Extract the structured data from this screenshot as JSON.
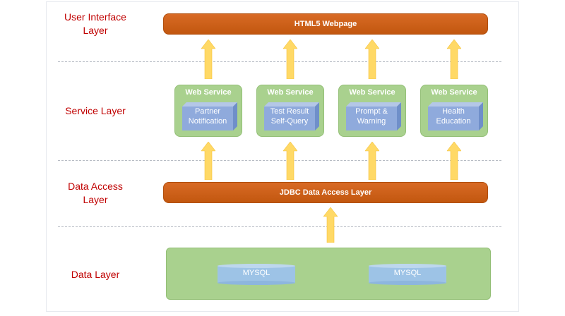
{
  "layers": {
    "ui": "User Interface\nLayer",
    "service": "Service Layer",
    "data_access": "Data Access\nLayer",
    "data": "Data Layer"
  },
  "ui_bar": "HTML5 Webpage",
  "dal_bar": "JDBC Data Access Layer",
  "services": [
    {
      "title": "Web Service",
      "name": "Partner\nNotification"
    },
    {
      "title": "Web Service",
      "name": "Test Result\nSelf-Query"
    },
    {
      "title": "Web Service",
      "name": "Prompt &\nWarning"
    },
    {
      "title": "Web Service",
      "name": "Health\nEducation"
    }
  ],
  "databases": [
    "MYSQL",
    "MYSQL"
  ],
  "colors": {
    "label_red": "#c00000",
    "bar_orange": "#c55a11",
    "panel_green": "#a9d18e",
    "cube_blue": "#8faadc",
    "arrow_yellow": "#ffd966",
    "db_teal": "#9dc3e6"
  }
}
